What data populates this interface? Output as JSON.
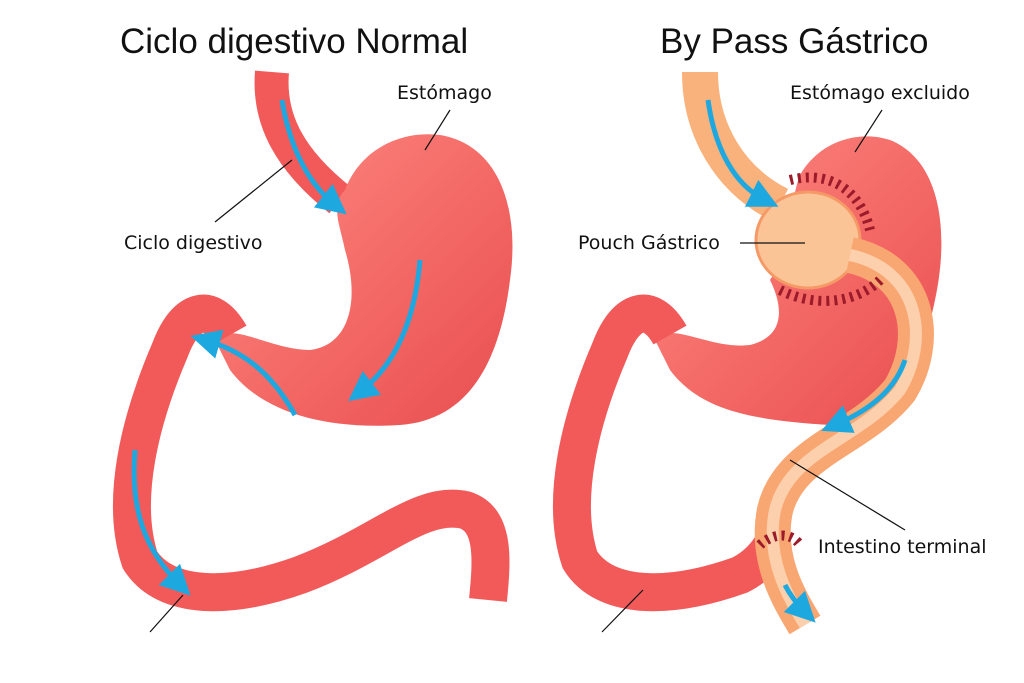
{
  "titles": {
    "normal": "Ciclo digestivo Normal",
    "bypass": "By Pass Gástrico"
  },
  "labels": {
    "estomago": "Estómago",
    "ciclo": "Ciclo digestivo",
    "estomago_excluido": "Estómago excluido",
    "pouch": "Pouch Gástrico",
    "intestino": "Intestino terminal"
  },
  "colors": {
    "organ": "#f25a5a",
    "organ_light": "#ff9a95",
    "bypass": "#f9b27c",
    "arrow": "#1ea8e0",
    "staple": "#9b1b2b"
  }
}
